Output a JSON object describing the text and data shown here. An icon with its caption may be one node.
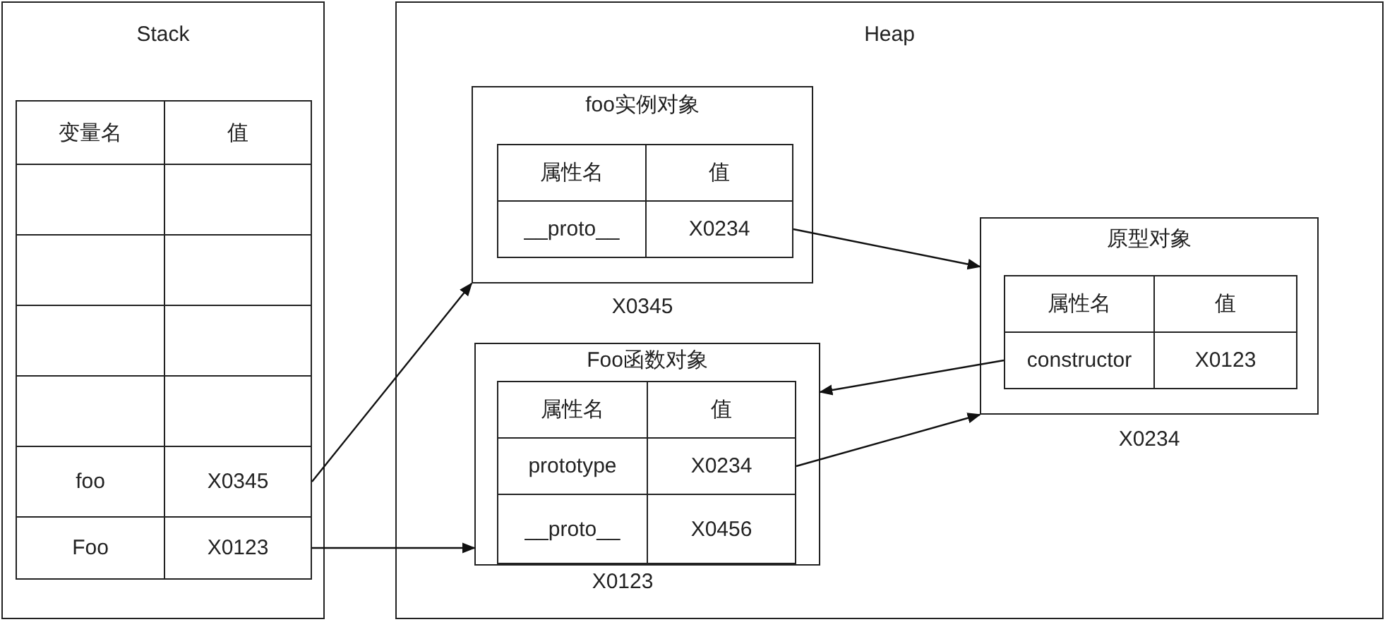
{
  "diagram": {
    "nodes": [
      {
        "text": [
          "Stack"
        ]
      },
      {
        "text": [
          "X0345"
        ],
        "in": 0
      },
      {
        "text": [
          "X0123"
        ],
        "in": 0
      },
      {
        "text": [
          "Heap"
        ]
      },
      {
        "text": [
          "foo实例对象"
        ],
        "beside": [
          "X0345"
        ],
        "in": 3
      },
      {
        "text": [
          "X0234"
        ],
        "in": 4
      },
      {
        "text": [
          "原型对象"
        ],
        "beside": [
          "X0234"
        ],
        "in": 3
      },
      {
        "text": [
          "constructor"
        ],
        "in": 6
      },
      {
        "text": [
          "Foo函数对象"
        ],
        "beside": [
          "X0123"
        ],
        "in": 3
      },
      {
        "text": [
          "X0234"
        ],
        "in": 8
      }
    ],
    "edges": [
      {
        "from": 1,
        "to": 4,
        "arrow": "to"
      },
      {
        "from": 2,
        "to": 8,
        "arrow": "to"
      },
      {
        "from": 5,
        "to": 6,
        "arrow": "to"
      },
      {
        "from": 7,
        "to": 8,
        "arrow": "to"
      },
      {
        "from": 9,
        "to": 6,
        "arrow": "to"
      }
    ],
    "labels": [
      "变量名",
      "值",
      "foo",
      "Foo",
      "属性名",
      "值",
      "__proto__",
      "属性名",
      "值",
      "X0123",
      "属性名",
      "值",
      "prototype",
      "__proto__",
      "X0456"
    ]
  }
}
